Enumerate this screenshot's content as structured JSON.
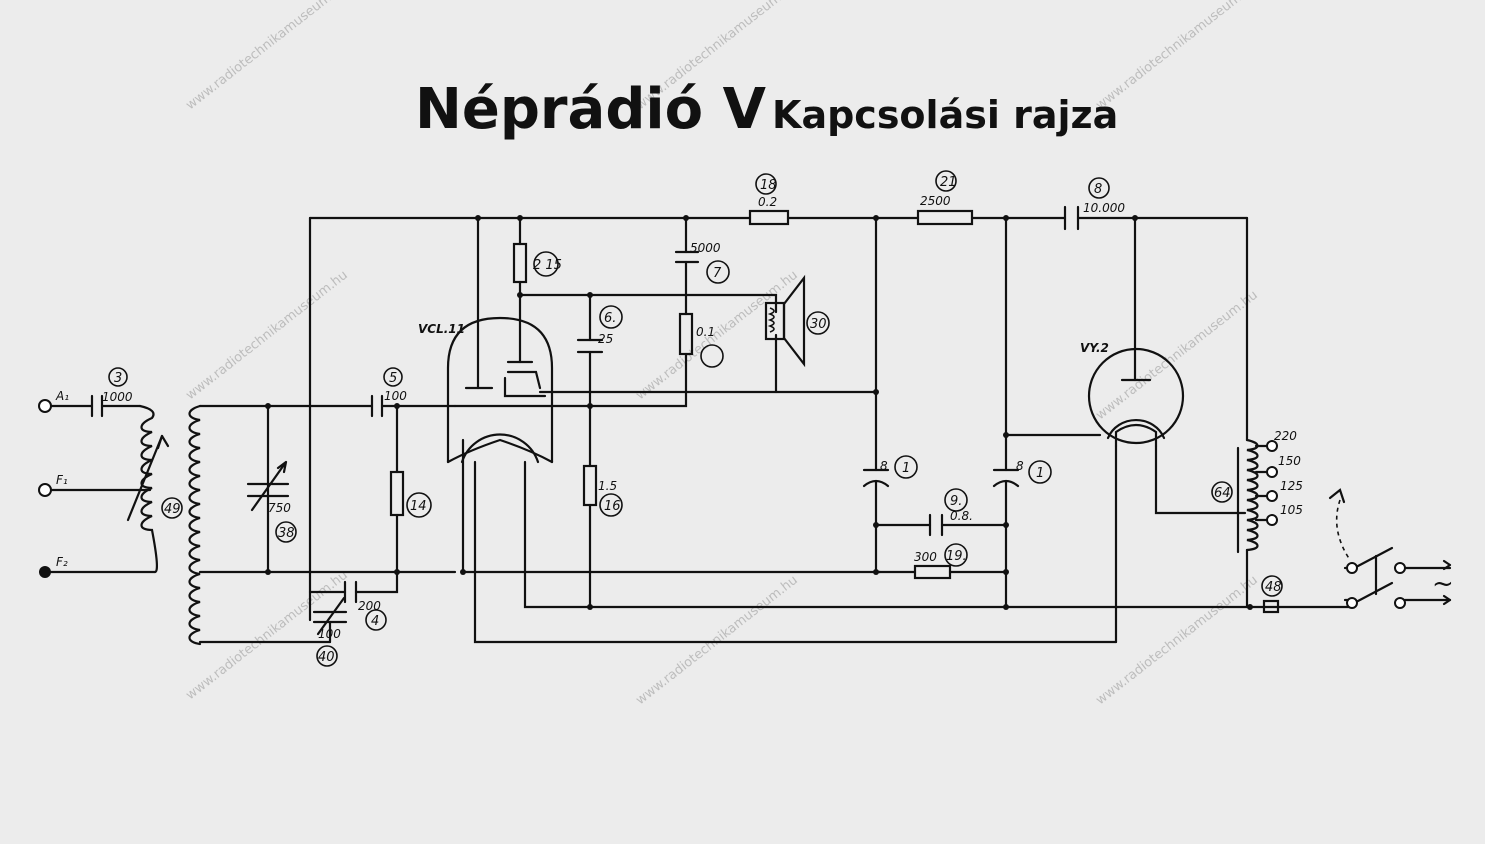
{
  "title": {
    "main": "Néprádió  V",
    "sub": "Kapcsolási rajza"
  },
  "watermark": "www.radiotechnikamuseum.hu",
  "terminals": {
    "a1": "A₁",
    "f1": "F₁",
    "f2": "F₂"
  },
  "tubes": {
    "vcl11": "VCL.11",
    "vy2": "VY.2"
  },
  "components": {
    "c3": {
      "ref": "3",
      "value": "1000"
    },
    "c5": {
      "ref": "5",
      "value": "100"
    },
    "c38": {
      "ref": "38",
      "value": "750"
    },
    "c40": {
      "ref": "40",
      "value": "100"
    },
    "c4": {
      "ref": "4",
      "value": "200"
    },
    "r14": {
      "ref": "14"
    },
    "r15": {
      "ref": "2 15"
    },
    "c6": {
      "ref": "6.",
      "value": "25"
    },
    "r16": {
      "ref": "16",
      "value": "1.5"
    },
    "c7": {
      "ref": "7",
      "value": "5000"
    },
    "r7b": {
      "value": "0.1"
    },
    "spk": {
      "ref": "30"
    },
    "r18": {
      "ref": "18",
      "value": "0.2"
    },
    "r21": {
      "ref": "21",
      "value": "2500"
    },
    "c8": {
      "ref": "8",
      "value": "10.000"
    },
    "c1a": {
      "ref": "1",
      "value": "8"
    },
    "c1b": {
      "ref": "1",
      "value": "8"
    },
    "c9": {
      "ref": "9.",
      "value": "0.8."
    },
    "r19": {
      "ref": "19.",
      "value": "300"
    },
    "l49": {
      "ref": "49"
    },
    "t64": {
      "ref": "64"
    },
    "f48": {
      "ref": "48"
    }
  },
  "taps": [
    "220",
    "150",
    "125",
    "105"
  ],
  "mains": "~"
}
